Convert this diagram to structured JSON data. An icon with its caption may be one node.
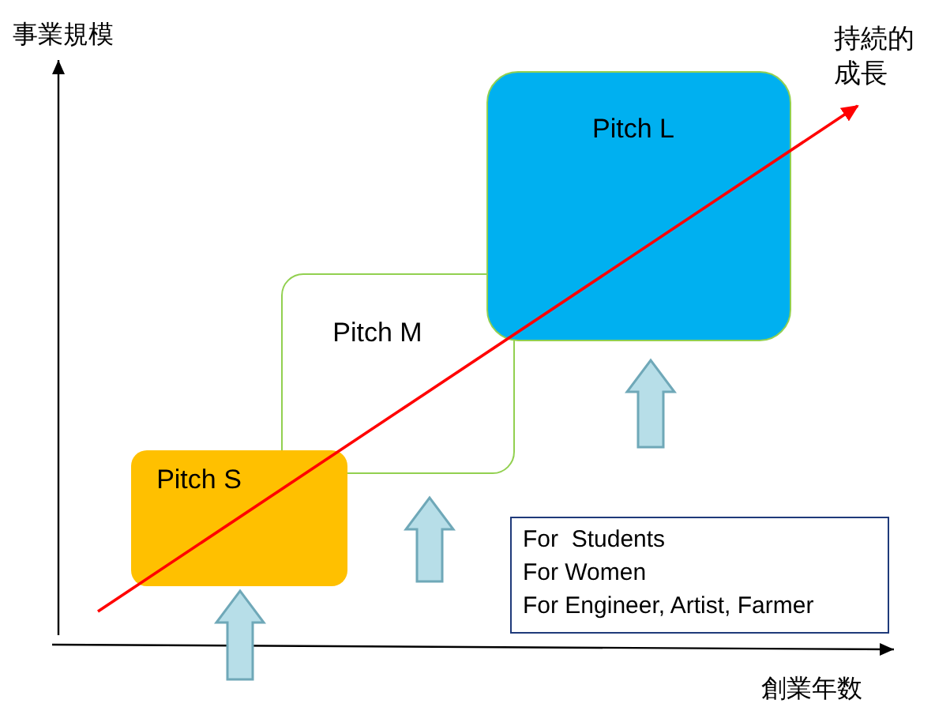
{
  "diagram": {
    "nodes": [
      {
        "text": [
          "Pitch S"
        ]
      },
      {
        "text": [
          "Pitch M"
        ]
      },
      {
        "text": [
          "Pitch L"
        ]
      },
      {
        "text": [
          "For  Students",
          "For Women",
          "For Engineer, Artist, Farmer"
        ]
      }
    ],
    "edges": [
      {
        "from": null,
        "to": 0,
        "arrow": "to"
      },
      {
        "from": null,
        "to": 1,
        "arrow": "to"
      },
      {
        "from": null,
        "to": 2,
        "arrow": "to"
      }
    ],
    "labels": [
      "事業規模",
      "持続的成長",
      "創業年数"
    ]
  }
}
